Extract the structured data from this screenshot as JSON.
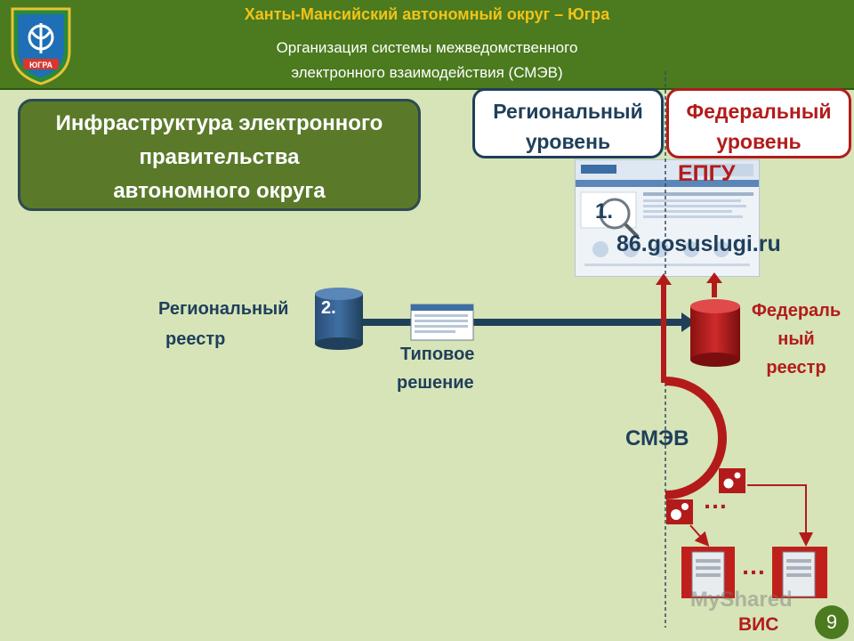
{
  "header": {
    "region": "Ханты-Мансийский автономный округ – Югра",
    "subtitle_line1": "Организация системы межведомственного",
    "subtitle_line2": "электронного взаимодействия (СМЭВ)",
    "crest_text": "ЮГРА"
  },
  "infrastructure_box": {
    "line1": "Инфраструктура электронного",
    "line2": "правительства",
    "line3": "автономного округа"
  },
  "levels": {
    "regional": {
      "line1": "Региональный",
      "line2": "уровень"
    },
    "federal": {
      "line1": "Федеральный",
      "line2": "уровень"
    }
  },
  "labels": {
    "epgu": "ЕПГУ",
    "step1": "1.",
    "portal_url": "86.gosuslugi.ru",
    "step2": "2.",
    "regional_registry_line1": "Региональный",
    "regional_registry_line2": "реестр",
    "typical_solution_line1": "Типовое",
    "typical_solution_line2": "решение",
    "federal_registry_line1": "Федераль",
    "federal_registry_line2": "ный",
    "federal_registry_line3": "реестр",
    "smev": "СМЭВ",
    "ellipsis_top": "…",
    "ellipsis_bottom": "…",
    "vis": "ВИС"
  },
  "watermark": "MyShared",
  "page_number": "9",
  "colors": {
    "background": "#d6e4b8",
    "header_green": "#4b7a1f",
    "header_gold": "#f2c318",
    "regional_blue": "#1f3f5a",
    "federal_red": "#b31b1b"
  }
}
